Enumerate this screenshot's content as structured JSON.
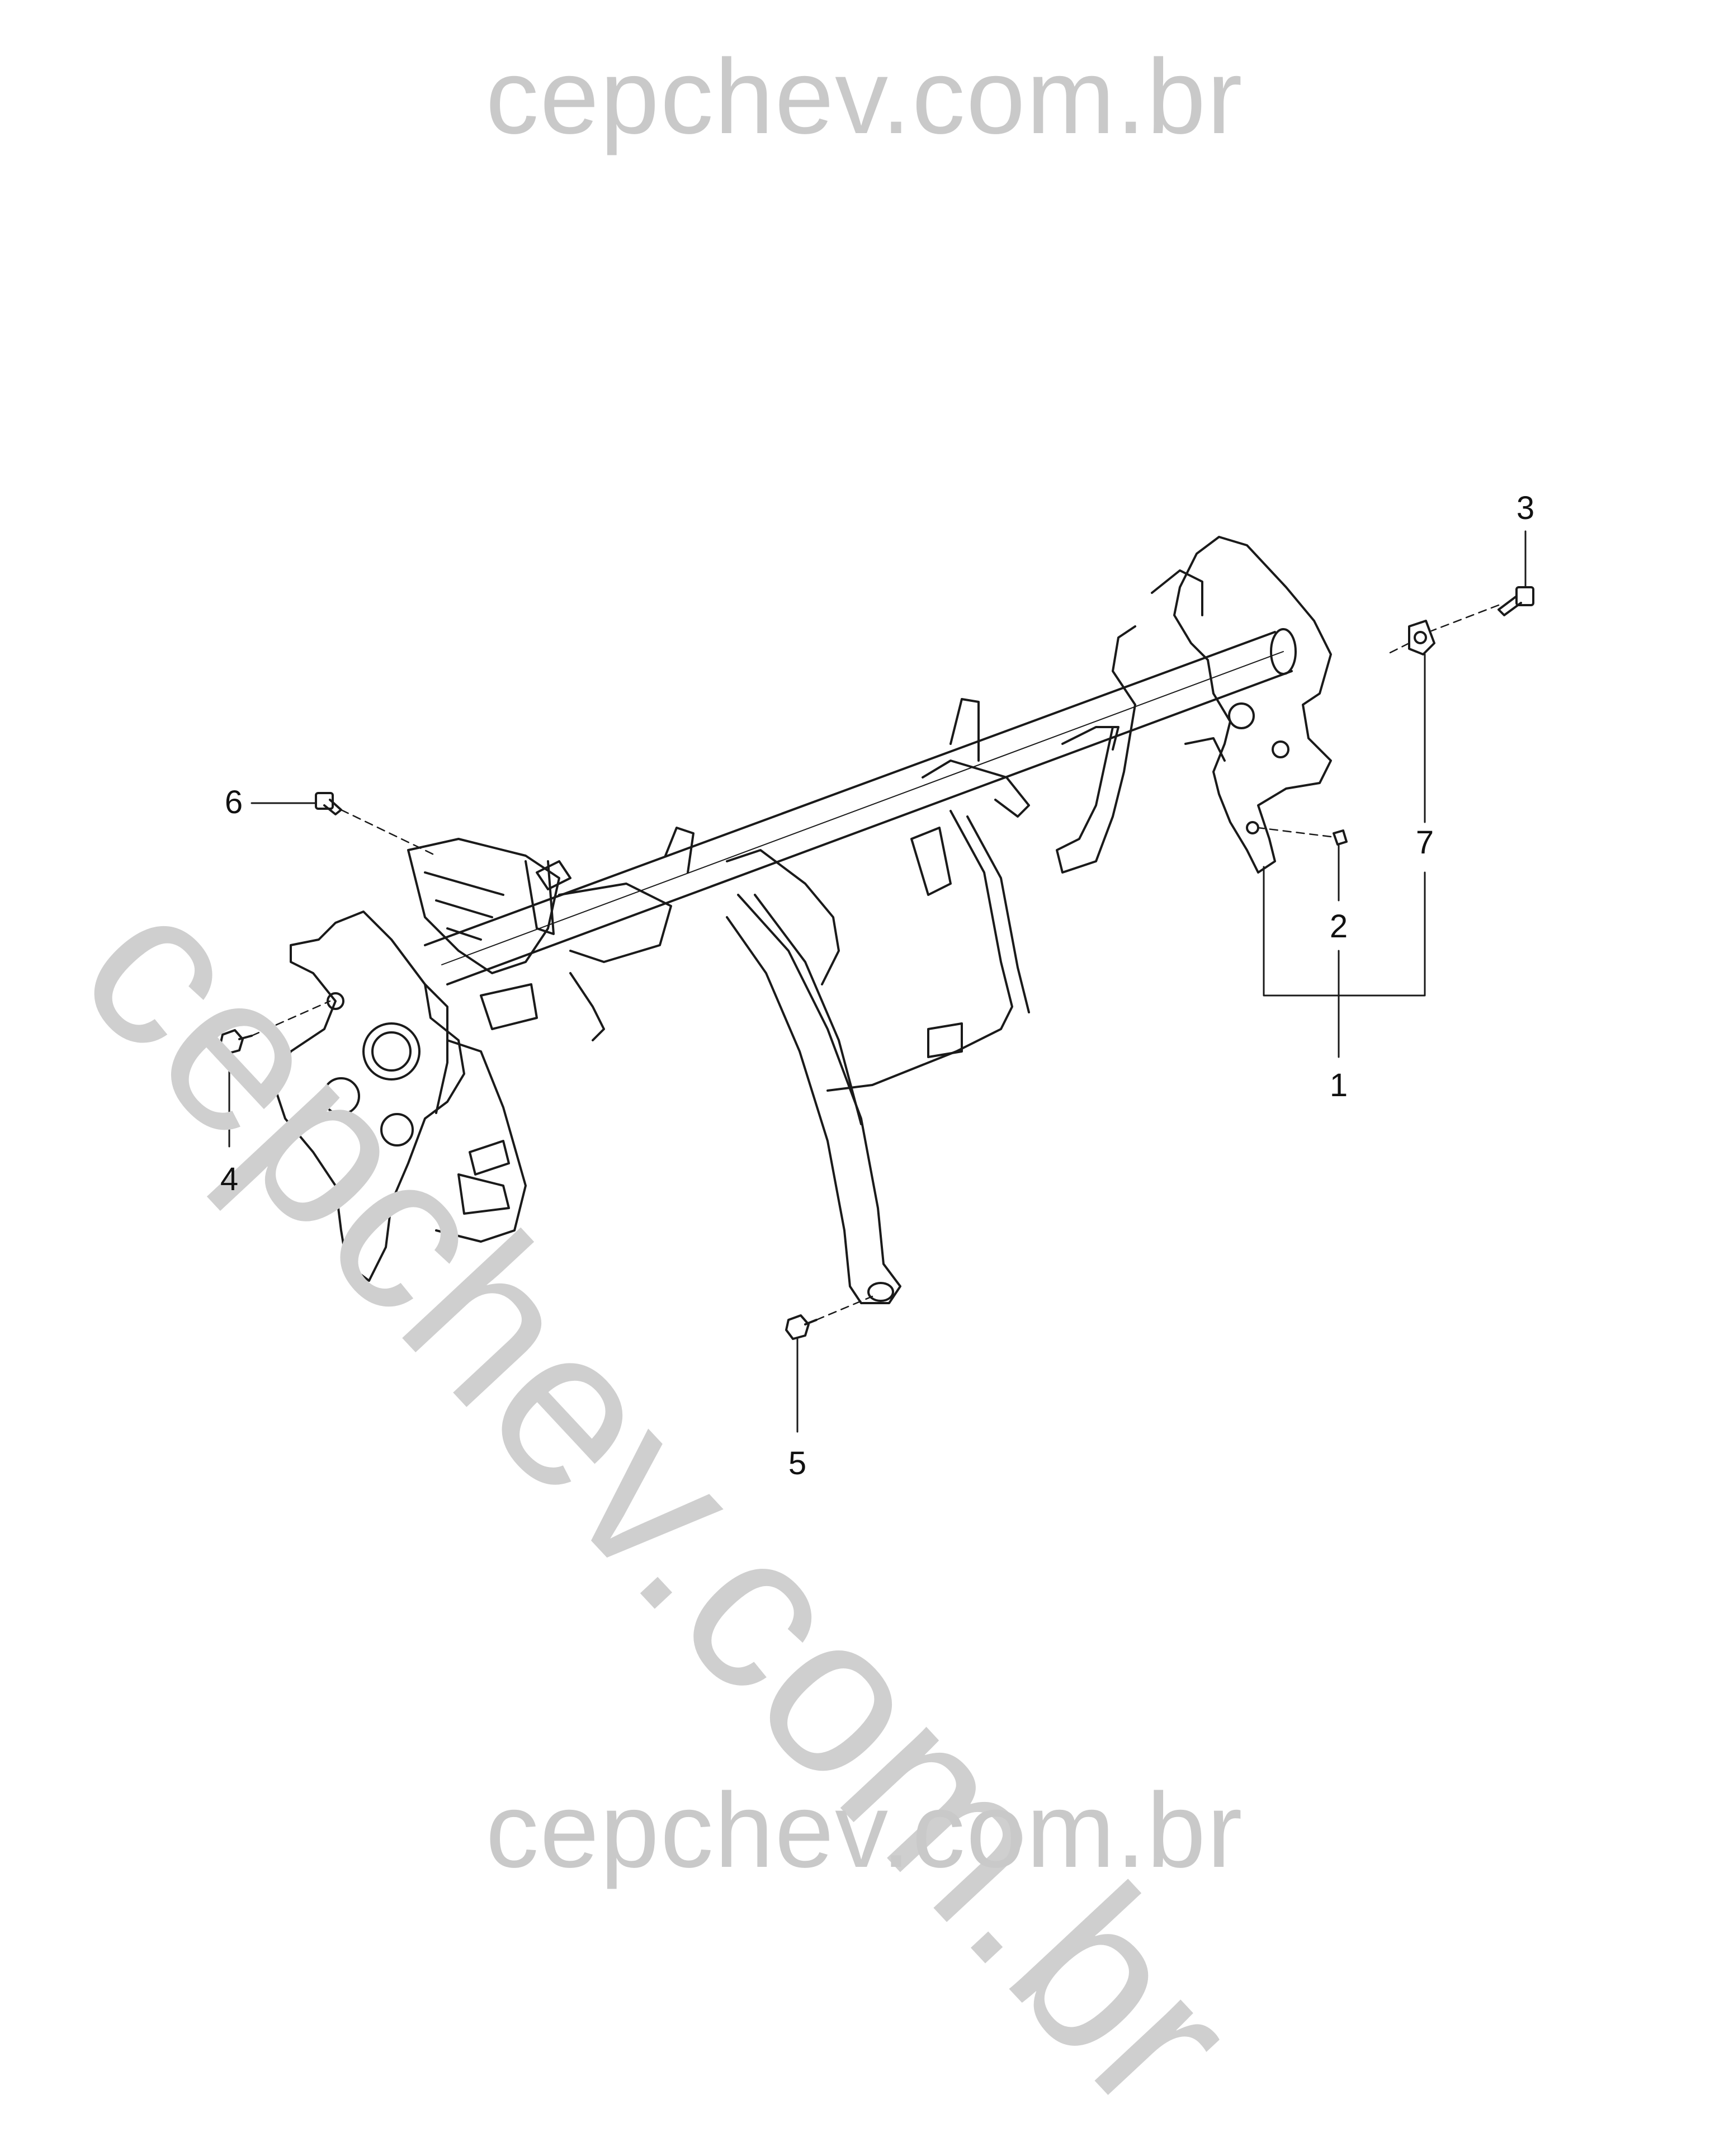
{
  "watermark": {
    "top": "cepchev.com.br",
    "diagonal": "cepchev.com.br",
    "bottom": "cepchev.com.br"
  },
  "callouts": {
    "c1": "1",
    "c2": "2",
    "c3": "3",
    "c4": "4",
    "c5": "5",
    "c6": "6",
    "c7": "7"
  },
  "colors": {
    "line": "#1a1a1a",
    "watermark": "#c9c9c9",
    "background": "#ffffff"
  }
}
